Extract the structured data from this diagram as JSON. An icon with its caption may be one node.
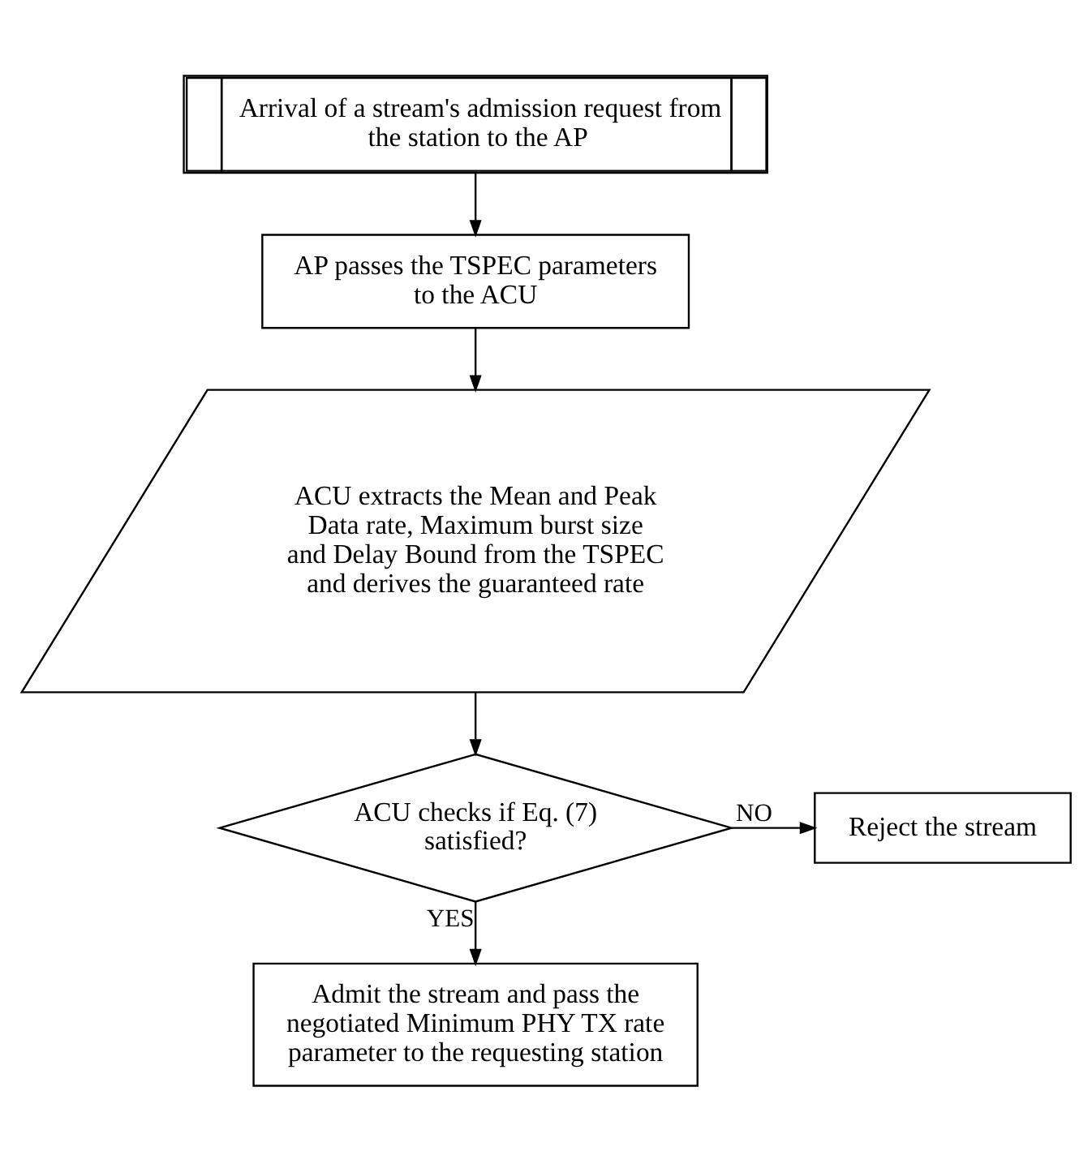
{
  "diagram": {
    "nodes": [
      {
        "text": [
          "Arrival of a stream's admission request from the station to the AP"
        ]
      },
      {
        "text": [
          "AP passes the TSPEC parameters to the ACU"
        ]
      },
      {
        "text": [
          "ACU extracts the Mean and Peak Data rate, Maximum burst size and Delay Bound from the TSPEC and derives the guaranteed rate"
        ]
      },
      {
        "text": [
          "ACU checks if Eq. (7) satisfied?"
        ]
      },
      {
        "text": [
          "Reject the stream"
        ]
      },
      {
        "text": [
          "Admit the stream and pass the negotiated Minimum PHY TX rate parameter to the requesting station"
        ]
      }
    ],
    "edges": [
      {
        "from": 0,
        "to": 1,
        "arrow": "to"
      },
      {
        "from": 1,
        "to": 2,
        "arrow": "to"
      },
      {
        "from": 2,
        "to": 3,
        "arrow": "to"
      },
      {
        "from": 3,
        "to": 4,
        "arrow": "to",
        "label": "NO"
      },
      {
        "from": 3,
        "to": 5,
        "arrow": "to",
        "label": "YES"
      }
    ]
  }
}
